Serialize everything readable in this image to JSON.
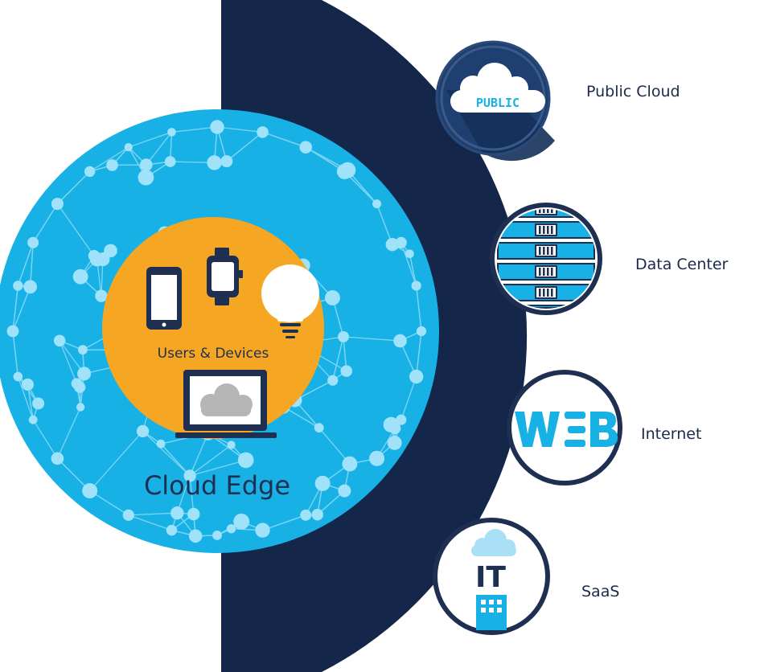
{
  "center": {
    "inner_label": "Users & Devices",
    "outer_label": "Cloud Edge"
  },
  "destinations": [
    {
      "label": "Public Cloud",
      "icon": "public-cloud-icon",
      "badge_text": "PUBLIC"
    },
    {
      "label": "Data Center",
      "icon": "server-rack-icon"
    },
    {
      "label": "Internet",
      "icon": "web-icon",
      "badge_text": "WǝB"
    },
    {
      "label": "SaaS",
      "icon": "it-cloud-building-icon",
      "badge_text": "IT"
    }
  ],
  "colors": {
    "navy": "#14264a",
    "sky": "#17b1e6",
    "orange": "#f5a623",
    "white": "#ffffff"
  }
}
